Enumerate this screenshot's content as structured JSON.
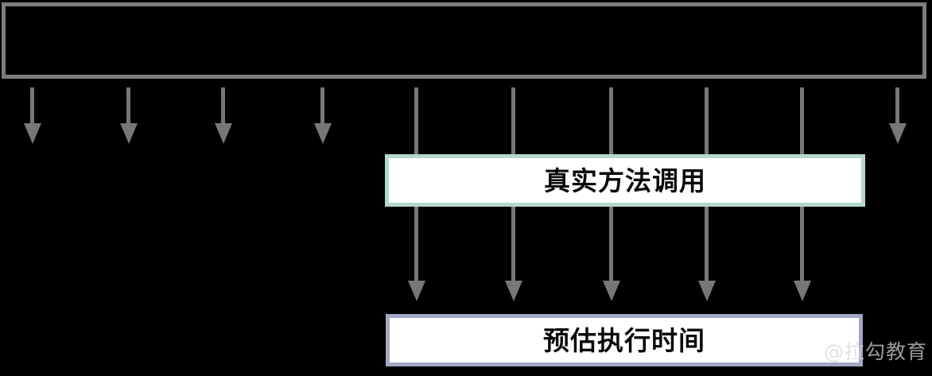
{
  "diagram": {
    "title": "",
    "background_color": "#000000",
    "top_container": {
      "name": "top-container-box",
      "label": "",
      "border_color": "#7c7c7c",
      "fill_color": "#000000"
    },
    "connectors": {
      "line_color": "#777777",
      "short_arrows_x": [
        40,
        161,
        280,
        405,
        1128
      ],
      "pass_through_x": [
        523,
        645,
        768,
        888,
        1008
      ],
      "mid_arrows_x": [
        523,
        645,
        768,
        888,
        1008
      ]
    },
    "boxes": [
      {
        "name": "real-method-call-box",
        "label": "真实方法调用",
        "border_color": "#b4d8c8",
        "fill_color": "#ffffff",
        "text_color": "#0a0a0a"
      },
      {
        "name": "estimated-execution-time-box",
        "label": "预估执行时间",
        "border_color": "#a3a6c4",
        "fill_color": "#ffffff",
        "text_color": "#0a0a0a"
      }
    ],
    "watermark": {
      "text": "@拉勾教育",
      "color": "#d6d6dd"
    }
  }
}
